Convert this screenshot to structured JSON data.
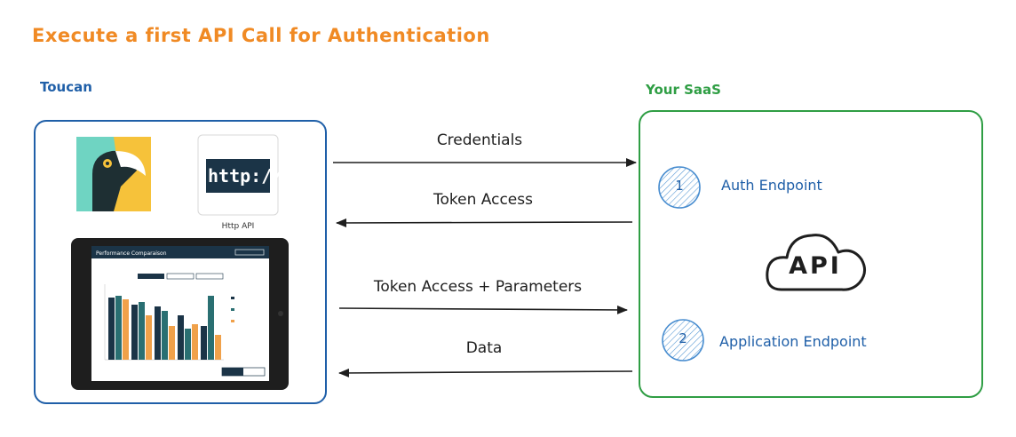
{
  "title": "Execute a first API Call for Authentication",
  "left_label": "Toucan",
  "right_label": "Your SaaS",
  "http_api": {
    "badge": "http://",
    "caption": "Http API"
  },
  "flows": [
    {
      "label": "Credentials",
      "direction": "right"
    },
    {
      "label": "Token Access",
      "direction": "left"
    },
    {
      "label": "Token Access + Parameters",
      "direction": "right"
    },
    {
      "label": "Data",
      "direction": "left"
    }
  ],
  "endpoints": [
    {
      "number": "1",
      "label": "Auth Endpoint"
    },
    {
      "number": "2",
      "label": "Application Endpoint"
    }
  ],
  "api_cloud": "API",
  "tablet": {
    "heading": "Performance Comparaison"
  },
  "colors": {
    "toucan": "#1f5fa8",
    "saas": "#2f9e44",
    "title": "#f08a24",
    "dark_navy": "#1b3447"
  }
}
